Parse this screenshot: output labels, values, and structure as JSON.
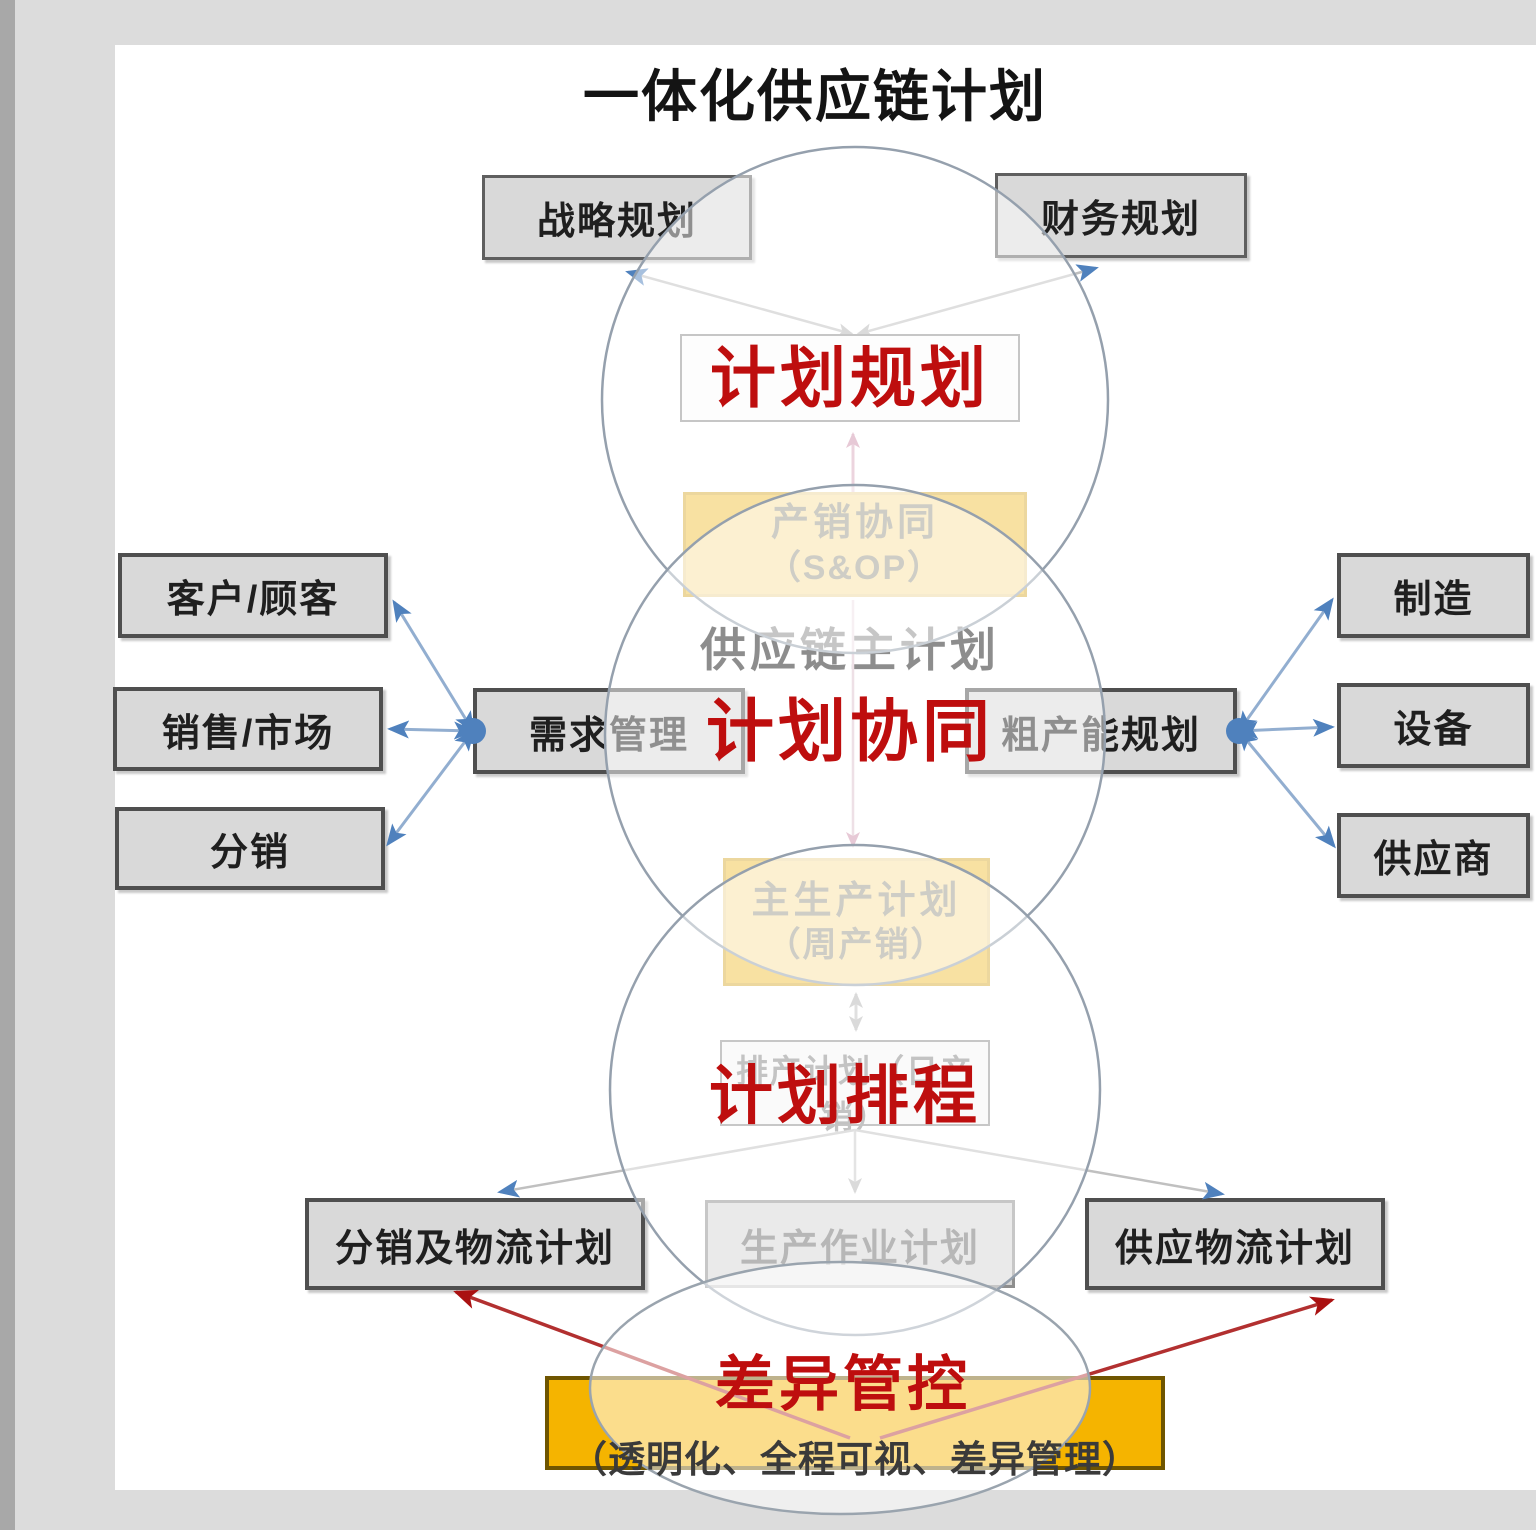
{
  "title": "一体化供应链计划",
  "levels": {
    "planning": "计划规划",
    "collaboration": "计划协同",
    "scheduling": "计划排程",
    "variance_control": "差异管控",
    "variance_note": "（透明化、全程可视、差异管理）"
  },
  "top_row": {
    "strategic": "战略规划",
    "financial": "财务规划"
  },
  "left_column": [
    "客户/顾客",
    "销售/市场",
    "分销"
  ],
  "right_column": [
    "制造",
    "设备",
    "供应商"
  ],
  "middle": {
    "sop_title": "产销协同",
    "sop_sub": "（S&OP）",
    "supply_chain_master_plan": "供应链主计划",
    "demand_management": "需求管理",
    "rough_capacity_planning": "粗产能规划",
    "mps_title": "主生产计划",
    "mps_sub": "（周产销）",
    "production_scheduling_box": "排产计划（日产销）"
  },
  "bottom_row": {
    "distribution_logistics": "分销及物流计划",
    "production_operations": "生产作业计划",
    "supply_logistics": "供应物流计划"
  },
  "colors": {
    "accent_red": "#BE0E0E",
    "arrow_blue": "#4F81BD",
    "highlight_orange": "#F5B400",
    "box_gray": "#D9D9D9",
    "soft_yellow": "#F0C345"
  }
}
